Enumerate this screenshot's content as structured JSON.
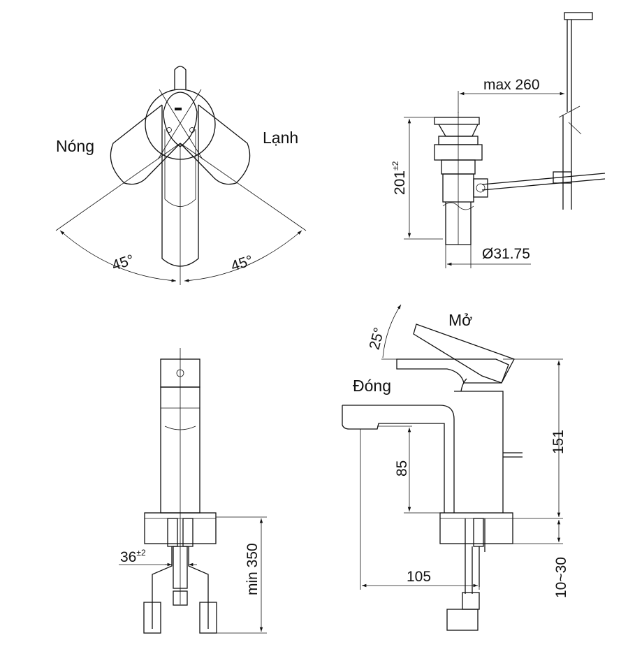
{
  "top_view": {
    "hot_label": "Nóng",
    "cold_label": "Lạnh",
    "angle_left": "45°",
    "angle_right": "45°"
  },
  "drain_view": {
    "max_label": "max 260",
    "height_value": "201",
    "height_tol": "±2",
    "diameter_label": "Ø31.75"
  },
  "front_view": {
    "hose_dim_value": "36",
    "hose_dim_tol": "±2",
    "min_label": "min 350"
  },
  "side_view": {
    "angle_label": "25°",
    "open_label": "Mở",
    "closed_label": "Đóng",
    "dim_85": "85",
    "dim_151": "151",
    "dim_105": "105",
    "dim_10_30": "10~30"
  }
}
